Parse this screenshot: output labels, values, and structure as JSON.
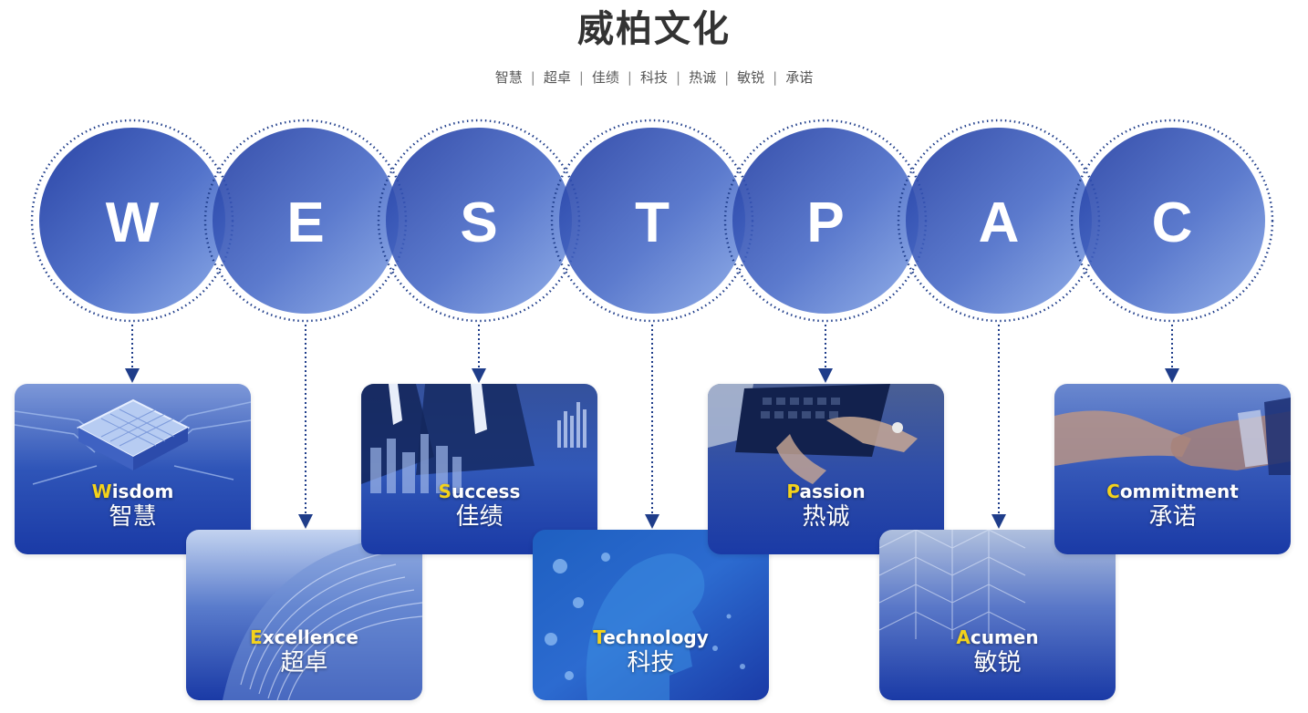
{
  "header": {
    "title": "威柏文化",
    "subtitle_items": [
      "智慧",
      "超卓",
      "佳绩",
      "科技",
      "热诚",
      "敏锐",
      "承诺"
    ]
  },
  "colors": {
    "circle_dark": "#2741a4",
    "circle_light": "#7d9ee0",
    "dotted": "#1f3d8a",
    "card_dark": "#1a3aa6",
    "card_light": "#8aa6e6",
    "initial_highlight": "#f3d21b"
  },
  "circles": [
    {
      "letter": "W"
    },
    {
      "letter": "E"
    },
    {
      "letter": "S"
    },
    {
      "letter": "T"
    },
    {
      "letter": "P"
    },
    {
      "letter": "A"
    },
    {
      "letter": "C"
    }
  ],
  "cards": [
    {
      "initial": "W",
      "rest": "isdom",
      "zh": "智慧",
      "image": "chip-icon"
    },
    {
      "initial": "E",
      "rest": "xcellence",
      "zh": "超卓",
      "image": "building-icon"
    },
    {
      "initial": "S",
      "rest": "uccess",
      "zh": "佳绩",
      "image": "business-people-icon"
    },
    {
      "initial": "T",
      "rest": "echnology",
      "zh": "科技",
      "image": "digital-head-icon"
    },
    {
      "initial": "P",
      "rest": "assion",
      "zh": "热诚",
      "image": "keyboard-typing-icon"
    },
    {
      "initial": "A",
      "rest": "cumen",
      "zh": "敏锐",
      "image": "glass-facade-icon"
    },
    {
      "initial": "C",
      "rest": "ommitment",
      "zh": "承诺",
      "image": "handshake-icon"
    }
  ]
}
